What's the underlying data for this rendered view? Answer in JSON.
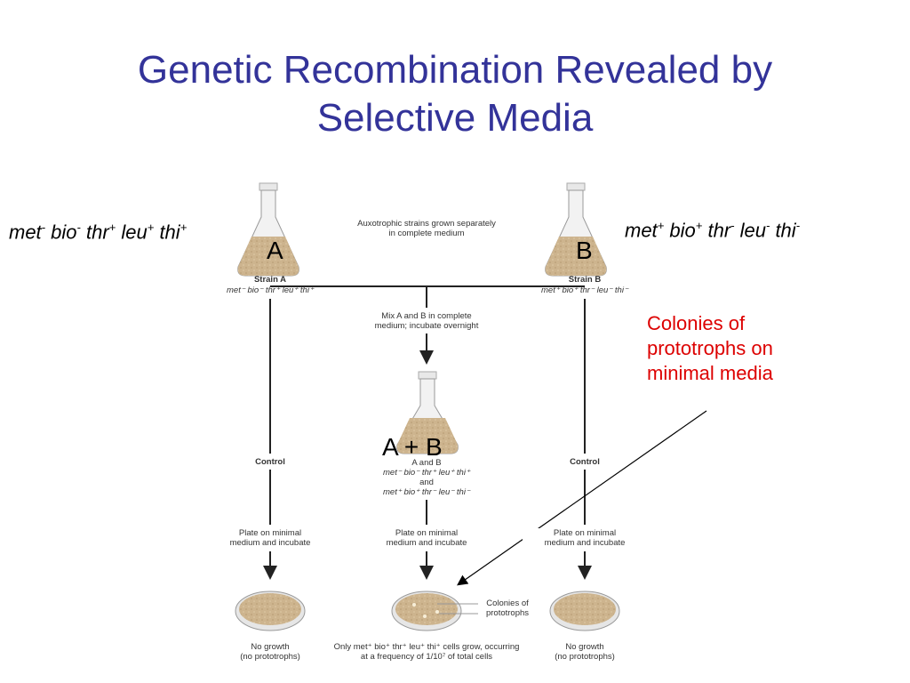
{
  "title": {
    "line1": "Genetic Recombination Revealed by",
    "line2": "Selective Media"
  },
  "genotypes": {
    "left": {
      "m1": "met",
      "s1": "-",
      "m2": " bio",
      "s2": "-",
      "m3": " thr",
      "s3": "+",
      "m4": " leu",
      "s4": "+",
      "m5": " thi",
      "s5": "+"
    },
    "right": {
      "m1": "met",
      "s1": "+",
      "m2": " bio",
      "s2": "+",
      "m3": " thr",
      "s3": "-",
      "m4": " leu",
      "s4": "-",
      "m5": " thi",
      "s5": "-"
    }
  },
  "overlay_labels": {
    "a": "A",
    "b": "B",
    "ab": "A + B"
  },
  "red_note": {
    "line1": "Colonies of",
    "line2": "prototrophs on",
    "line3": "minimal media"
  },
  "diagram_text": {
    "grown_separately": "Auxotrophic strains grown separately",
    "grown_separately2": "in complete medium",
    "strain_a": "Strain A",
    "strain_a_geno": "met⁻ bio⁻ thr⁺ leu⁺ thi⁺",
    "strain_b": "Strain B",
    "strain_b_geno": "met⁺ bio⁺ thr⁻ leu⁻ thi⁻",
    "mix1": "Mix A and B in complete",
    "mix2": "medium; incubate overnight",
    "ab_label": "A and B",
    "ab_geno1": "met⁻ bio⁻ thr⁺ leu⁺ thi⁺",
    "ab_and": "and",
    "ab_geno2": "met⁺ bio⁺ thr⁻ leu⁻ thi⁻",
    "control": "Control",
    "plate1": "Plate on minimal",
    "plate2": "medium and incubate",
    "colonies1": "Colonies of",
    "colonies2": "prototrophs",
    "nogrowth1": "No growth",
    "nogrowth2": "(no prototrophs)",
    "only1": "Only met⁺ bio⁺ thr⁺ leu⁺ thi⁺ cells grow, occurring",
    "only2": "at a frequency of 1/10⁷ of total cells"
  },
  "colors": {
    "title": "#333399",
    "note": "#dd0000",
    "media": "#c8b089",
    "line": "#222222"
  }
}
